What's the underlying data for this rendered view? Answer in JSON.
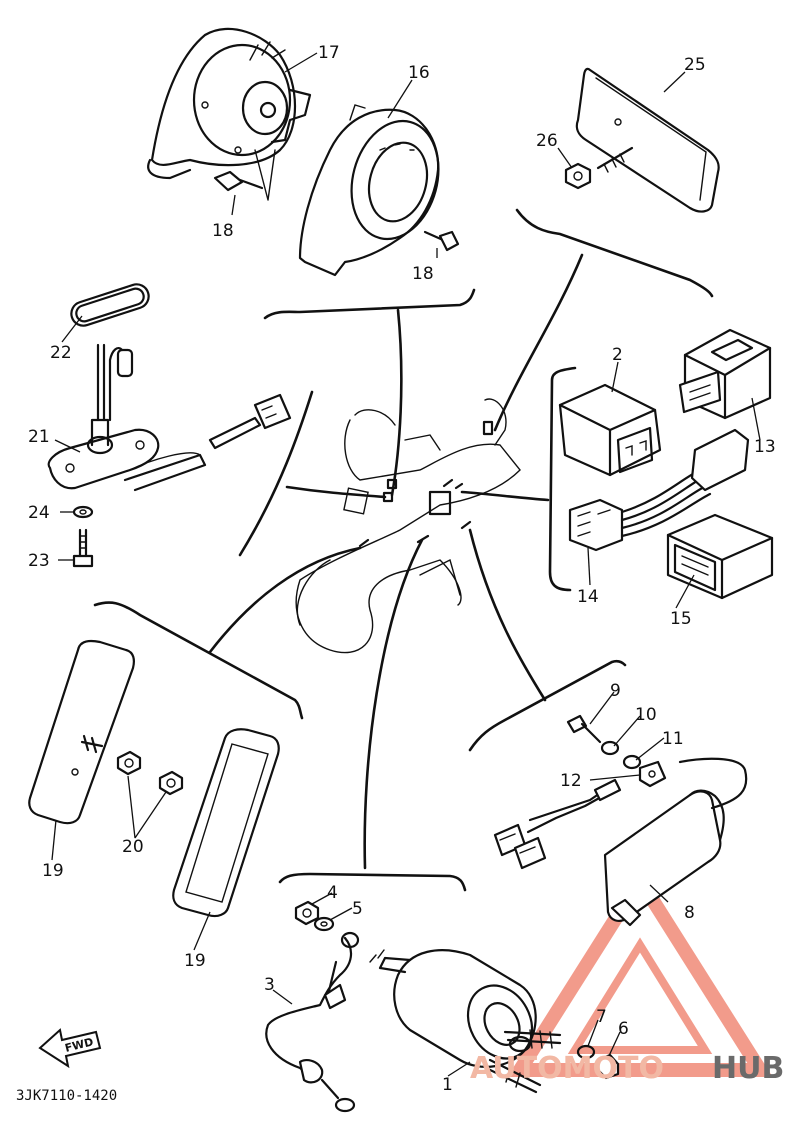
{
  "diagram_code": "3JK7110-1420",
  "fwd_label": "FWD",
  "watermark": {
    "word_a": "AUTOMOTO",
    "word_b": "HUB",
    "accent_color": "#e84a2e",
    "text_color": "#6a6a6a"
  },
  "callouts": [
    {
      "id": "1",
      "label": "1"
    },
    {
      "id": "2",
      "label": "2"
    },
    {
      "id": "3",
      "label": "3"
    },
    {
      "id": "4",
      "label": "4"
    },
    {
      "id": "5",
      "label": "5"
    },
    {
      "id": "6",
      "label": "6"
    },
    {
      "id": "7",
      "label": "7"
    },
    {
      "id": "8",
      "label": "8"
    },
    {
      "id": "9",
      "label": "9"
    },
    {
      "id": "10",
      "label": "10"
    },
    {
      "id": "11",
      "label": "11"
    },
    {
      "id": "12",
      "label": "12"
    },
    {
      "id": "13",
      "label": "13"
    },
    {
      "id": "14",
      "label": "14"
    },
    {
      "id": "15",
      "label": "15"
    },
    {
      "id": "16",
      "label": "16"
    },
    {
      "id": "17",
      "label": "17"
    },
    {
      "id": "18a",
      "label": "18"
    },
    {
      "id": "18b",
      "label": "18"
    },
    {
      "id": "19a",
      "label": "19"
    },
    {
      "id": "19b",
      "label": "19"
    },
    {
      "id": "20",
      "label": "20"
    },
    {
      "id": "21",
      "label": "21"
    },
    {
      "id": "22",
      "label": "22"
    },
    {
      "id": "23",
      "label": "23"
    },
    {
      "id": "24",
      "label": "24"
    },
    {
      "id": "25",
      "label": "25"
    },
    {
      "id": "26",
      "label": "26"
    }
  ]
}
